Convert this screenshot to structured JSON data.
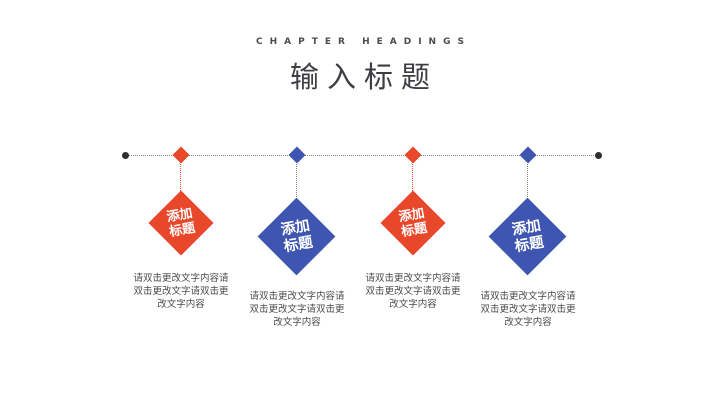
{
  "slide": {
    "eyebrow": "CHAPTER HEADINGS",
    "title": "输入标题"
  },
  "colors": {
    "red": "#e8472a",
    "blue": "#3e55b2",
    "timeline_line": "#8b8170",
    "end_dot": "#2e2e2e",
    "heading_text": "#3e3e42",
    "body_text": "#4b4b4b"
  },
  "items": [
    {
      "color": "red",
      "title_line1": "添加",
      "title_line2": "标题",
      "body": "请双击更改文字内容请双击更改文字请双击更改文字内容"
    },
    {
      "color": "blue",
      "title_line1": "添加",
      "title_line2": "标题",
      "body": "请双击更改文字内容请双击更改文字请双击更改文字内容"
    },
    {
      "color": "red",
      "title_line1": "添加",
      "title_line2": "标题",
      "body": "请双击更改文字内容请双击更改文字请双击更改文字内容"
    },
    {
      "color": "blue",
      "title_line1": "添加",
      "title_line2": "标题",
      "body": "请双击更改文字内容请双击更改文字请双击更改文字内容"
    }
  ]
}
